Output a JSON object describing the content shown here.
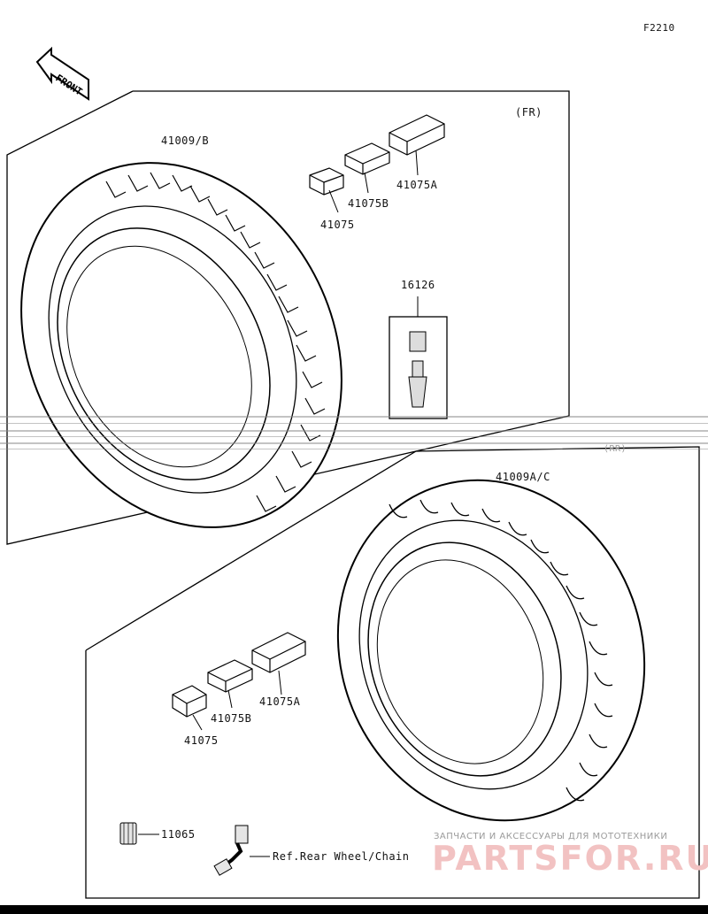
{
  "figure_code": "F2210",
  "front_label": "FRONT",
  "front_group": {
    "tag": "(FR)",
    "tire_part": "41009/B",
    "weights": [
      "41075",
      "41075B",
      "41075A"
    ],
    "valve_part": "16126"
  },
  "rear_group": {
    "tag": "(RR)",
    "tire_part": "41009A/C",
    "weights": [
      "41075",
      "41075B",
      "41075A"
    ],
    "valve_cap_part": "11065",
    "valve_ref": "Ref.Rear Wheel/Chain"
  },
  "watermark": {
    "top_text": "ЗАПЧАСТИ И АКСЕССУАРЫ ДЛЯ МОТОТЕХНИКИ",
    "logo_text": "PARTSFOR.RU"
  }
}
